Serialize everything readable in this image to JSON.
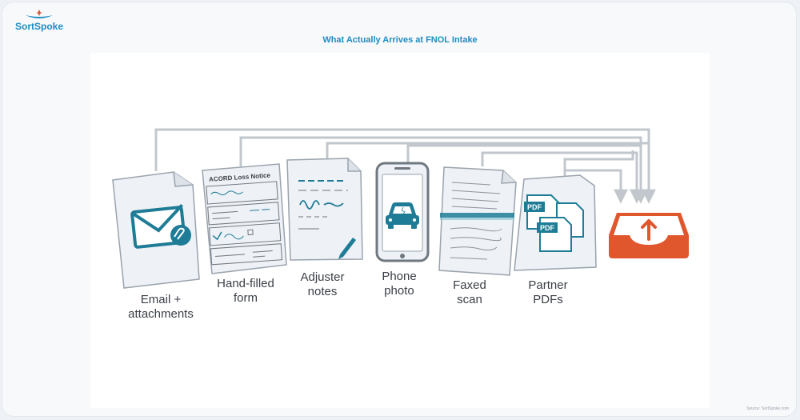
{
  "brand": {
    "name": "SortSpoke",
    "accent": "#1f8cc2"
  },
  "title": "What Actually Arrives at FNOL Intake",
  "source": "Source: SortSpoke.com",
  "colors": {
    "connector": "#c2c7cd",
    "icon": "#1f7c96",
    "tray": "#e0572e",
    "card": "#eef1f5"
  },
  "items": [
    {
      "label_line1": "Email +",
      "label_line2": "attachments",
      "icon": "envelope-with-paperclip-icon"
    },
    {
      "label_line1": "Hand-filled",
      "label_line2": "form",
      "icon": "acord-form-icon",
      "form_title": "ACORD Loss Notice"
    },
    {
      "label_line1": "Adjuster",
      "label_line2": "notes",
      "icon": "handwritten-notes-with-pen-icon"
    },
    {
      "label_line1": "Phone",
      "label_line2": "photo",
      "icon": "smartphone-car-photo-icon"
    },
    {
      "label_line1": "Faxed",
      "label_line2": "scan",
      "icon": "faxed-document-icon"
    },
    {
      "label_line1": "Partner",
      "label_line2": "PDFs",
      "icon": "pdf-files-icon",
      "pdf_badge": "PDF"
    }
  ],
  "destination": {
    "icon": "inbox-tray-upload-icon"
  }
}
